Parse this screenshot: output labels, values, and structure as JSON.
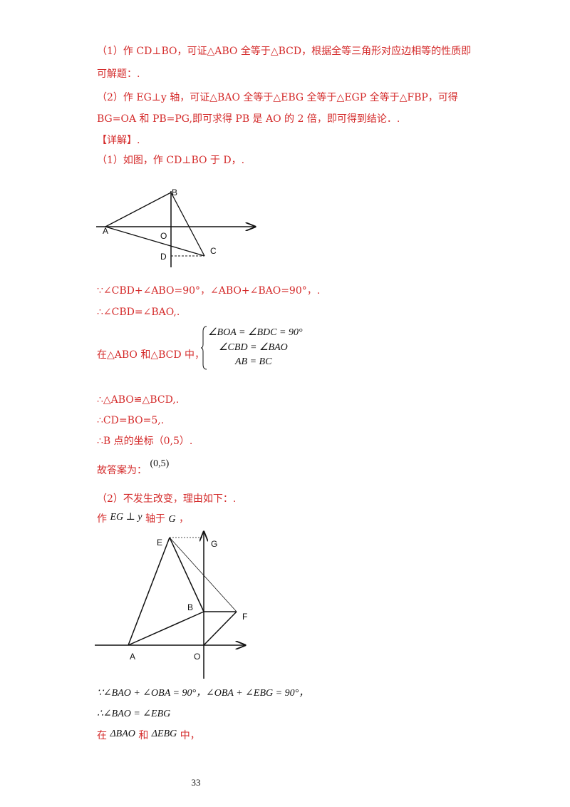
{
  "lines": {
    "l1": "（1）作 CD⊥BO，可证△ABO 全等于△BCD，根据全等三角形对应边相等的性质即",
    "l2": "可解题：.",
    "l3": "（2）作 EG⊥y 轴，可证△BAO 全等于△EBG 全等于△EGP 全等于△FBP，可得",
    "l4": "BG=OA 和 PB=PG,即可求得 PB 是 AO 的 2 倍，即可得到结论．.",
    "l5": "【详解】.",
    "l6": "（1）如图，作 CD⊥BO 于 D，.",
    "l7": "∵∠CBD+∠ABO=90°，∠ABO+∠BAO=90°，.",
    "l8": "∴∠CBD=∠BAO,.",
    "l9": "在△ABO 和△BCD 中，",
    "l10": "∴△ABO≌△BCD,.",
    "l11": "∴CD=BO=5,.",
    "l12": "∴B 点的坐标（0,5）.",
    "l13": "故答案为：",
    "l13_math": "(0,5)",
    "l14": "（2）不发生改变，理由如下：.",
    "l15_pre": "作",
    "l15_math": "EG ⊥ y",
    "l15_mid": "轴于",
    "l15_math2": "G",
    "l15_end": "，",
    "l16": "∵∠BAO + ∠OBA = 90°，∠OBA + ∠EBG = 90°，",
    "l17": "∴∠BAO = ∠EBG",
    "l18_pre": "在",
    "l18_m1": "ΔBAO",
    "l18_mid": "和",
    "l18_m2": "ΔEBG",
    "l18_end": "中，"
  },
  "system": {
    "row1": "∠BOA = ∠BDC = 90°",
    "row2": "∠CBD = ∠BAO",
    "row3": "AB = BC"
  },
  "figure1": {
    "A": "A",
    "B": "B",
    "O": "O",
    "D": "D",
    "C": "C"
  },
  "figure2": {
    "E": "E",
    "G": "G",
    "B": "B",
    "F": "F",
    "A": "A",
    "O": "O"
  },
  "page_number": "33",
  "colors": {
    "text_red": "#d42a2a",
    "text_black": "#111111"
  }
}
